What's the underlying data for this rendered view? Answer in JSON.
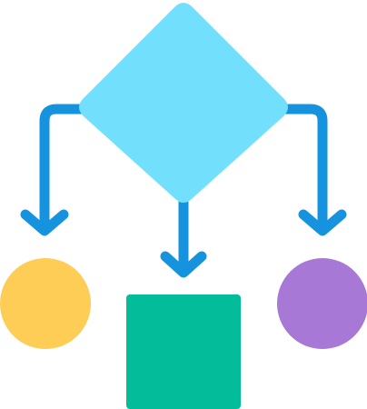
{
  "diagram": {
    "decision": {
      "shape": "diamond",
      "color": "#72e0fc"
    },
    "connectors": {
      "color": "#1593df",
      "arrow_count": 3
    },
    "outcomes": [
      {
        "id": "left",
        "shape": "circle",
        "color": "#fdcd55"
      },
      {
        "id": "center",
        "shape": "rounded-square",
        "color": "#02bc9a"
      },
      {
        "id": "right",
        "shape": "circle",
        "color": "#a778d6"
      }
    ]
  }
}
